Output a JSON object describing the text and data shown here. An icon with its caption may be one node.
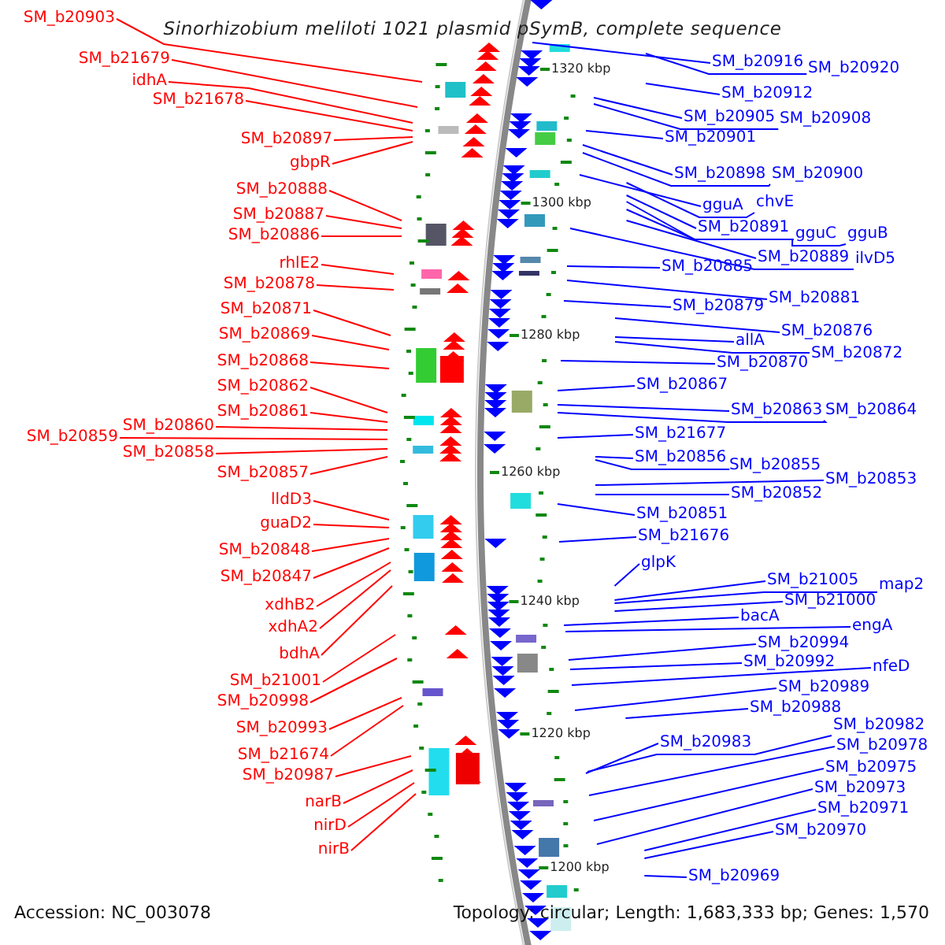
{
  "diagram": {
    "title": "Sinorhizobium meliloti 1021 plasmid pSymB, complete sequence",
    "nodes": [
      {
        "text": [
          "SM_b20903"
        ]
      },
      {
        "text": [
          "SM_b21679"
        ]
      },
      {
        "text": [
          "idhA"
        ]
      },
      {
        "text": [
          "SM_b21678"
        ]
      },
      {
        "text": [
          "SM_b20897"
        ]
      },
      {
        "text": [
          "gbpR"
        ]
      },
      {
        "text": [
          "SM_b20888"
        ]
      },
      {
        "text": [
          "SM_b20887"
        ]
      },
      {
        "text": [
          "SM_b20886"
        ]
      },
      {
        "text": [
          "rhlE2"
        ]
      },
      {
        "text": [
          "SM_b20878"
        ]
      },
      {
        "text": [
          "SM_b20871"
        ]
      },
      {
        "text": [
          "SM_b20869"
        ]
      },
      {
        "text": [
          "SM_b20868"
        ]
      },
      {
        "text": [
          "SM_b20862"
        ]
      },
      {
        "text": [
          "SM_b20861"
        ]
      },
      {
        "text": [
          "SM_b20860"
        ]
      },
      {
        "text": [
          "SM_b20859"
        ]
      },
      {
        "text": [
          "SM_b20858"
        ]
      },
      {
        "text": [
          "SM_b20857"
        ]
      },
      {
        "text": [
          "lldD3"
        ]
      },
      {
        "text": [
          "guaD2"
        ]
      },
      {
        "text": [
          "SM_b20848"
        ]
      },
      {
        "text": [
          "SM_b20847"
        ]
      },
      {
        "text": [
          "xdhB2"
        ]
      },
      {
        "text": [
          "xdhA2"
        ]
      },
      {
        "text": [
          "bdhA"
        ]
      },
      {
        "text": [
          "SM_b21001"
        ]
      },
      {
        "text": [
          "SM_b20998"
        ]
      },
      {
        "text": [
          "SM_b20993"
        ]
      },
      {
        "text": [
          "SM_b21674"
        ]
      },
      {
        "text": [
          "SM_b20987"
        ]
      },
      {
        "text": [
          "narB"
        ]
      },
      {
        "text": [
          "nirD"
        ]
      },
      {
        "text": [
          "nirB"
        ]
      },
      {
        "text": [
          "SM_b20916"
        ]
      },
      {
        "text": [
          "SM_b20920"
        ]
      },
      {
        "text": [
          "SM_b20912"
        ]
      },
      {
        "text": [
          "SM_b20905"
        ]
      },
      {
        "text": [
          "SM_b20908"
        ]
      },
      {
        "text": [
          "SM_b20901"
        ]
      },
      {
        "text": [
          "SM_b20898"
        ]
      },
      {
        "text": [
          "SM_b20900"
        ]
      },
      {
        "text": [
          "gguA"
        ]
      },
      {
        "text": [
          "chvE"
        ]
      },
      {
        "text": [
          "SM_b20891"
        ]
      },
      {
        "text": [
          "gguC"
        ]
      },
      {
        "text": [
          "gguB"
        ]
      },
      {
        "text": [
          "SM_b20889"
        ]
      },
      {
        "text": [
          "ilvD5"
        ]
      },
      {
        "text": [
          "SM_b20885"
        ]
      },
      {
        "text": [
          "SM_b20881"
        ]
      },
      {
        "text": [
          "SM_b20879"
        ]
      },
      {
        "text": [
          "SM_b20876"
        ]
      },
      {
        "text": [
          "allA"
        ]
      },
      {
        "text": [
          "SM_b20872"
        ]
      },
      {
        "text": [
          "SM_b20870"
        ]
      },
      {
        "text": [
          "SM_b20867"
        ]
      },
      {
        "text": [
          "SM_b20863"
        ]
      },
      {
        "text": [
          "SM_b20864"
        ]
      },
      {
        "text": [
          "SM_b21677"
        ]
      },
      {
        "text": [
          "SM_b20856"
        ]
      },
      {
        "text": [
          "SM_b20855"
        ]
      },
      {
        "text": [
          "SM_b20853"
        ]
      },
      {
        "text": [
          "SM_b20852"
        ]
      },
      {
        "text": [
          "SM_b20851"
        ]
      },
      {
        "text": [
          "SM_b21676"
        ]
      },
      {
        "text": [
          "glpK"
        ]
      },
      {
        "text": [
          "SM_b21005"
        ]
      },
      {
        "text": [
          "map2"
        ]
      },
      {
        "text": [
          "SM_b21000"
        ]
      },
      {
        "text": [
          "bacA"
        ]
      },
      {
        "text": [
          "engA"
        ]
      },
      {
        "text": [
          "SM_b20994"
        ]
      },
      {
        "text": [
          "SM_b20992"
        ]
      },
      {
        "text": [
          "nfeD"
        ]
      },
      {
        "text": [
          "SM_b20989"
        ]
      },
      {
        "text": [
          "SM_b20988"
        ]
      },
      {
        "text": [
          "SM_b20983"
        ]
      },
      {
        "text": [
          "SM_b20982"
        ]
      },
      {
        "text": [
          "SM_b20978"
        ]
      },
      {
        "text": [
          "SM_b20975"
        ]
      },
      {
        "text": [
          "SM_b20973"
        ]
      },
      {
        "text": [
          "SM_b20971"
        ]
      },
      {
        "text": [
          "SM_b20970"
        ]
      },
      {
        "text": [
          "SM_b20969"
        ]
      }
    ],
    "edges": [
      {
        "from": 0,
        "to": null,
        "arrow": "none",
        "color": "#ff0000"
      },
      {
        "from": 1,
        "to": null,
        "arrow": "none",
        "color": "#ff0000"
      },
      {
        "from": 2,
        "to": null,
        "arrow": "none",
        "color": "#ff0000"
      },
      {
        "from": 3,
        "to": null,
        "arrow": "none",
        "color": "#ff0000"
      },
      {
        "from": 4,
        "to": null,
        "arrow": "none",
        "color": "#ff0000"
      },
      {
        "from": 5,
        "to": null,
        "arrow": "none",
        "color": "#ff0000"
      },
      {
        "from": 6,
        "to": null,
        "arrow": "none",
        "color": "#ff0000"
      },
      {
        "from": 7,
        "to": null,
        "arrow": "none",
        "color": "#ff0000"
      },
      {
        "from": 8,
        "to": null,
        "arrow": "none",
        "color": "#ff0000"
      },
      {
        "from": 9,
        "to": null,
        "arrow": "none",
        "color": "#ff0000"
      },
      {
        "from": 10,
        "to": null,
        "arrow": "none",
        "color": "#ff0000"
      },
      {
        "from": 11,
        "to": null,
        "arrow": "none",
        "color": "#ff0000"
      },
      {
        "from": 12,
        "to": null,
        "arrow": "none",
        "color": "#ff0000"
      },
      {
        "from": 13,
        "to": null,
        "arrow": "none",
        "color": "#ff0000"
      },
      {
        "from": 14,
        "to": null,
        "arrow": "none",
        "color": "#ff0000"
      },
      {
        "from": 15,
        "to": null,
        "arrow": "none",
        "color": "#ff0000"
      },
      {
        "from": 16,
        "to": null,
        "arrow": "none",
        "color": "#ff0000"
      },
      {
        "from": 17,
        "to": null,
        "arrow": "none",
        "color": "#ff0000"
      },
      {
        "from": 18,
        "to": null,
        "arrow": "none",
        "color": "#ff0000"
      },
      {
        "from": 19,
        "to": null,
        "arrow": "none",
        "color": "#ff0000"
      },
      {
        "from": 20,
        "to": null,
        "arrow": "none",
        "color": "#ff0000"
      },
      {
        "from": 21,
        "to": null,
        "arrow": "none",
        "color": "#ff0000"
      },
      {
        "from": 22,
        "to": null,
        "arrow": "none",
        "color": "#ff0000"
      },
      {
        "from": 23,
        "to": null,
        "arrow": "none",
        "color": "#ff0000"
      },
      {
        "from": 24,
        "to": null,
        "arrow": "none",
        "color": "#ff0000"
      },
      {
        "from": 25,
        "to": null,
        "arrow": "none",
        "color": "#ff0000"
      },
      {
        "from": 26,
        "to": null,
        "arrow": "none",
        "color": "#ff0000"
      },
      {
        "from": 27,
        "to": null,
        "arrow": "none",
        "color": "#ff0000"
      },
      {
        "from": 28,
        "to": null,
        "arrow": "none",
        "color": "#ff0000"
      },
      {
        "from": 29,
        "to": null,
        "arrow": "none",
        "color": "#ff0000"
      },
      {
        "from": 30,
        "to": null,
        "arrow": "none",
        "color": "#ff0000"
      },
      {
        "from": 31,
        "to": null,
        "arrow": "none",
        "color": "#ff0000"
      },
      {
        "from": 32,
        "to": null,
        "arrow": "none",
        "color": "#ff0000"
      },
      {
        "from": 33,
        "to": null,
        "arrow": "none",
        "color": "#ff0000"
      },
      {
        "from": 34,
        "to": null,
        "arrow": "none",
        "color": "#ff0000"
      },
      {
        "from": 35,
        "to": null,
        "arrow": "none"
      },
      {
        "from": 36,
        "to": null,
        "arrow": "none"
      },
      {
        "from": 37,
        "to": null,
        "arrow": "none"
      },
      {
        "from": 38,
        "to": null,
        "arrow": "none"
      },
      {
        "from": 39,
        "to": null,
        "arrow": "none"
      },
      {
        "from": 40,
        "to": null,
        "arrow": "none"
      },
      {
        "from": 41,
        "to": null,
        "arrow": "none"
      },
      {
        "from": 42,
        "to": null,
        "arrow": "none"
      },
      {
        "from": 43,
        "to": null,
        "arrow": "none"
      },
      {
        "from": 44,
        "to": null,
        "arrow": "none"
      },
      {
        "from": 45,
        "to": null,
        "arrow": "none"
      },
      {
        "from": 46,
        "to": null,
        "arrow": "none"
      },
      {
        "from": 47,
        "to": null,
        "arrow": "none"
      },
      {
        "from": 48,
        "to": null,
        "arrow": "none"
      },
      {
        "from": 49,
        "to": null,
        "arrow": "none"
      },
      {
        "from": 50,
        "to": null,
        "arrow": "none"
      },
      {
        "from": 51,
        "to": null,
        "arrow": "none"
      },
      {
        "from": 52,
        "to": null,
        "arrow": "none"
      },
      {
        "from": 53,
        "to": null,
        "arrow": "none"
      },
      {
        "from": 54,
        "to": null,
        "arrow": "none"
      },
      {
        "from": 55,
        "to": null,
        "arrow": "none"
      },
      {
        "from": 56,
        "to": null,
        "arrow": "none"
      },
      {
        "from": 57,
        "to": null,
        "arrow": "none"
      },
      {
        "from": 58,
        "to": null,
        "arrow": "none"
      },
      {
        "from": 59,
        "to": null,
        "arrow": "none"
      },
      {
        "from": 60,
        "to": null,
        "arrow": "none"
      },
      {
        "from": 61,
        "to": null,
        "arrow": "none"
      },
      {
        "from": 62,
        "to": null,
        "arrow": "none"
      },
      {
        "from": 63,
        "to": null,
        "arrow": "none"
      },
      {
        "from": 64,
        "to": null,
        "arrow": "none"
      },
      {
        "from": 65,
        "to": null,
        "arrow": "none"
      },
      {
        "from": 66,
        "to": null,
        "arrow": "none"
      },
      {
        "from": 67,
        "to": null,
        "arrow": "none"
      },
      {
        "from": 68,
        "to": null,
        "arrow": "none"
      },
      {
        "from": 69,
        "to": null,
        "arrow": "none"
      },
      {
        "from": 70,
        "to": null,
        "arrow": "none"
      },
      {
        "from": 71,
        "to": null,
        "arrow": "none"
      },
      {
        "from": 72,
        "to": null,
        "arrow": "none"
      },
      {
        "from": 73,
        "to": null,
        "arrow": "none"
      },
      {
        "from": 74,
        "to": null,
        "arrow": "none"
      },
      {
        "from": 75,
        "to": null,
        "arrow": "none"
      },
      {
        "from": 76,
        "to": null,
        "arrow": "none"
      },
      {
        "from": 77,
        "to": null,
        "arrow": "none"
      },
      {
        "from": 78,
        "to": null,
        "arrow": "none"
      },
      {
        "from": 79,
        "to": null,
        "arrow": "none"
      },
      {
        "from": 80,
        "to": null,
        "arrow": "none"
      },
      {
        "from": 81,
        "to": null,
        "arrow": "none"
      },
      {
        "from": 82,
        "to": null,
        "arrow": "none"
      },
      {
        "from": 83,
        "to": null,
        "arrow": "none"
      },
      {
        "from": 84,
        "to": null,
        "arrow": "none"
      },
      {
        "from": 85,
        "to": null,
        "arrow": "none"
      }
    ],
    "labels": [
      "1320 kbp",
      "1300 kbp",
      "1280 kbp",
      "1260 kbp",
      "1240 kbp",
      "1220 kbp",
      "1200 kbp",
      "Accession: NC_003078",
      "Topology: circular; Length: 1,683,333 bp; Genes: 1,570"
    ]
  }
}
